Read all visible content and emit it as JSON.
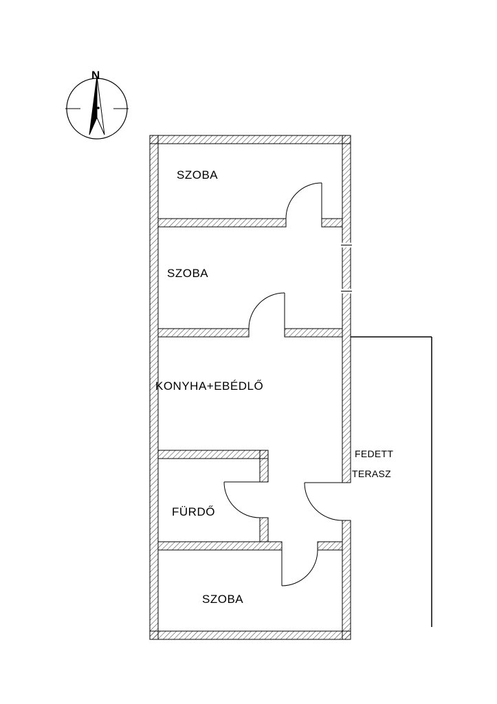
{
  "page": {
    "background": "#ffffff",
    "line_color": "#000000"
  },
  "compass": {
    "icon": "north-arrow-compass",
    "north_label": "N"
  },
  "floorplan": {
    "rooms": [
      {
        "id": "room-top",
        "label": "SZOBA"
      },
      {
        "id": "room-middle",
        "label": "SZOBA"
      },
      {
        "id": "kitchen-dining",
        "label": "KONYHA+EBÉDLŐ"
      },
      {
        "id": "bathroom",
        "label": "FÜRDŐ"
      },
      {
        "id": "room-bottom",
        "label": "SZOBA"
      }
    ],
    "terrace": {
      "label_line1": "FEDETT",
      "label_line2": "TERASZ"
    }
  }
}
